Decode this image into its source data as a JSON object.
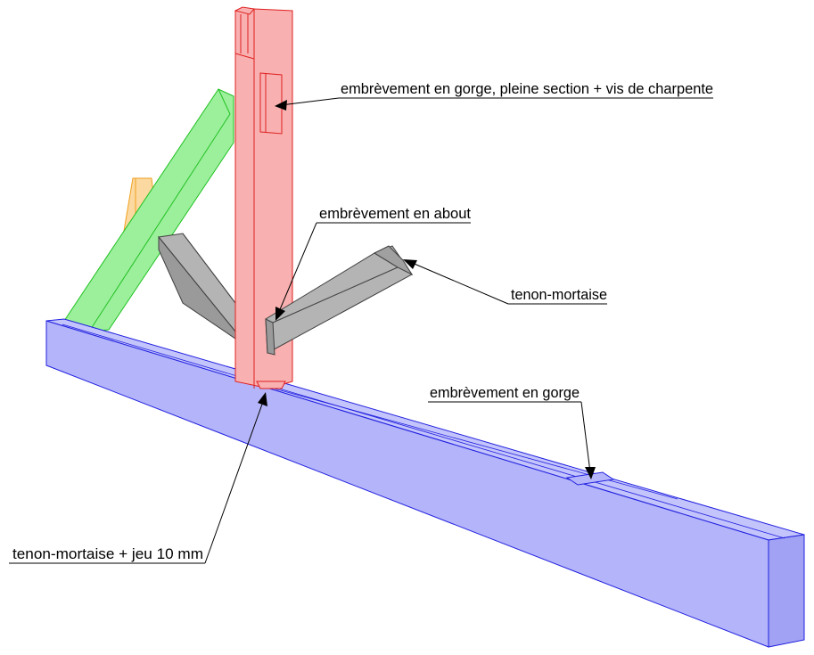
{
  "colors": {
    "tie_beam_fill": "#b4b4fa",
    "tie_beam_stroke": "#2020e0",
    "post_fill": "#f8b0b0",
    "post_stroke": "#e02020",
    "rafter_fill": "#9cf09c",
    "rafter_stroke": "#20c020",
    "strut_fill": "#b4b4b4",
    "strut_stroke": "#404040",
    "purlin_fill": "#fbd9a0",
    "purlin_stroke": "#f0a020"
  },
  "annotations": {
    "gorge_pleine_section": "embrèvement en gorge, pleine section + vis de charpente",
    "about": "embrèvement en about",
    "tenon_mortaise": "tenon-mortaise",
    "gorge": "embrèvement en gorge",
    "tenon_mortaise_jeu": "tenon-mortaise + jeu 10 mm"
  }
}
